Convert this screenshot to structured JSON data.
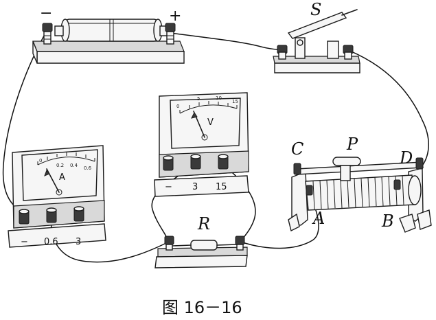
{
  "battery": {
    "neg_label": "−",
    "pos_label": "+"
  },
  "switch": {
    "label": "S"
  },
  "voltmeter": {
    "symbol": "V",
    "scale_ticks": [
      "0",
      "5",
      "10",
      "15"
    ],
    "terminals": [
      "−",
      "3",
      "15"
    ]
  },
  "ammeter": {
    "symbol": "A",
    "scale_ticks": [
      "0",
      "0.2",
      "0.4",
      "0.6"
    ],
    "terminals": [
      "−",
      "0.6",
      "3"
    ]
  },
  "resistor": {
    "label": "R"
  },
  "rheostat": {
    "labels": {
      "C": "C",
      "P": "P",
      "D": "D",
      "A": "A",
      "B": "B"
    }
  },
  "caption": "图 16－16"
}
